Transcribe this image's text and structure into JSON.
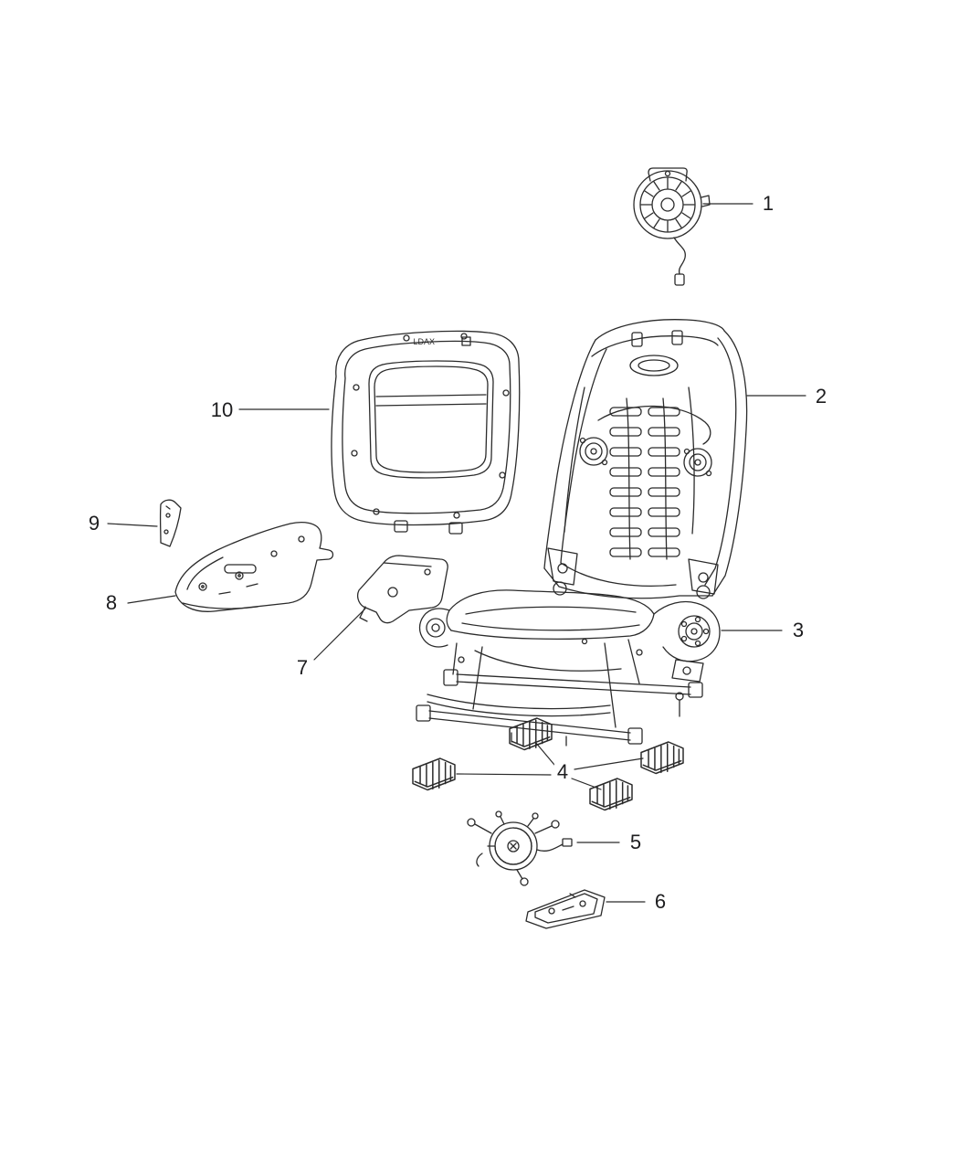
{
  "diagram": {
    "kind": "exploded-parts-line-drawing",
    "subject": "front seat assembly",
    "background": "#ffffff",
    "line_color": "#2b2b2b",
    "part_marking": "LDAX",
    "callouts": [
      {
        "number": "1"
      },
      {
        "number": "2"
      },
      {
        "number": "3"
      },
      {
        "number": "4"
      },
      {
        "number": "5"
      },
      {
        "number": "6"
      },
      {
        "number": "7"
      },
      {
        "number": "8"
      },
      {
        "number": "9"
      },
      {
        "number": "10"
      }
    ]
  }
}
